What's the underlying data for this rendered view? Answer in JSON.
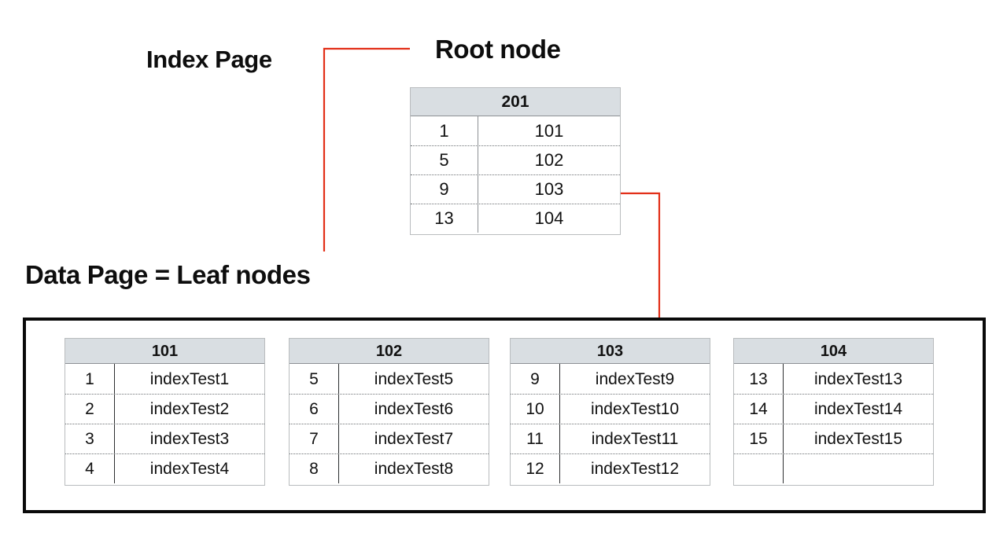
{
  "labels": {
    "index_page": "Index Page",
    "root_node": "Root node",
    "data_page": "Data Page = Leaf nodes"
  },
  "colors": {
    "connector_red": "#e22f18",
    "header_bg": "#d9dee2",
    "container_border": "#0a0a0a",
    "table_border": "#b9bcbe",
    "row_divider": "#6d7174",
    "text": "#111111"
  },
  "root_node": {
    "page_id": "201",
    "rows": [
      {
        "key": "1",
        "value": "101"
      },
      {
        "key": "5",
        "value": "102"
      },
      {
        "key": "9",
        "value": "103"
      },
      {
        "key": "13",
        "value": "104"
      }
    ]
  },
  "leaf_nodes": [
    {
      "page_id": "101",
      "rows": [
        {
          "key": "1",
          "value": "indexTest1"
        },
        {
          "key": "2",
          "value": "indexTest2"
        },
        {
          "key": "3",
          "value": "indexTest3"
        },
        {
          "key": "4",
          "value": "indexTest4"
        }
      ]
    },
    {
      "page_id": "102",
      "rows": [
        {
          "key": "5",
          "value": "indexTest5"
        },
        {
          "key": "6",
          "value": "indexTest6"
        },
        {
          "key": "7",
          "value": "indexTest7"
        },
        {
          "key": "8",
          "value": "indexTest8"
        }
      ]
    },
    {
      "page_id": "103",
      "rows": [
        {
          "key": "9",
          "value": "indexTest9"
        },
        {
          "key": "10",
          "value": "indexTest10"
        },
        {
          "key": "11",
          "value": "indexTest11"
        },
        {
          "key": "12",
          "value": "indexTest12"
        }
      ]
    },
    {
      "page_id": "104",
      "rows": [
        {
          "key": "13",
          "value": "indexTest13"
        },
        {
          "key": "14",
          "value": "indexTest14"
        },
        {
          "key": "15",
          "value": "indexTest15"
        },
        {
          "key": "",
          "value": ""
        }
      ]
    }
  ]
}
